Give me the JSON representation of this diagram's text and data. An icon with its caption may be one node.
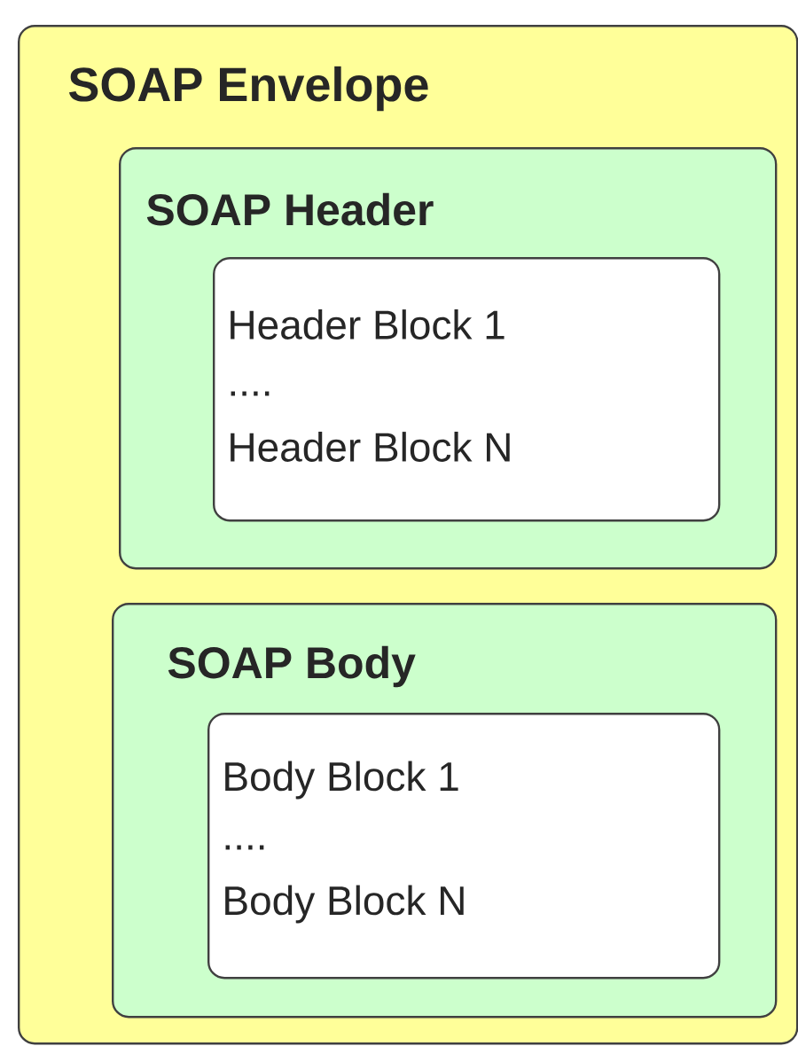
{
  "diagram": {
    "nodes": [
      {
        "text": [
          "SOAP Envelope"
        ]
      },
      {
        "text": [
          "SOAP Header"
        ],
        "in": 0
      },
      {
        "text": [
          "Header Block 1",
          "....",
          "Header Block N"
        ],
        "in": 1
      },
      {
        "text": [
          "SOAP Body"
        ],
        "in": 0
      },
      {
        "text": [
          "Body Block 1",
          "....",
          "Body Block N"
        ],
        "in": 3
      }
    ]
  }
}
